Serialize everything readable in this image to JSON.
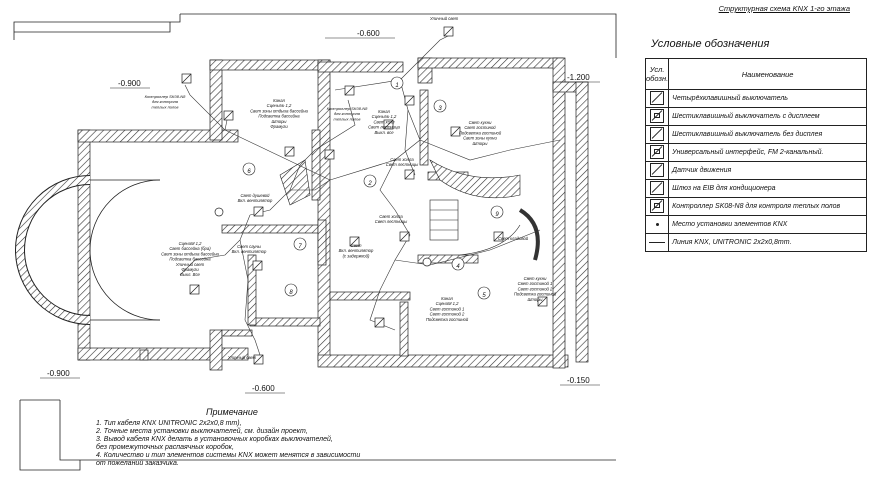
{
  "title": "Структурная схема KNX 1-го этажа",
  "levels": {
    "top_center": "-0.600",
    "top_left": "-0.900",
    "top_right": "-1.200",
    "bottom_left": "-0.900",
    "bottom_center": "-0.600",
    "bottom_right": "-0.150"
  },
  "rooms": [
    "1",
    "2",
    "3",
    "4",
    "5",
    "6",
    "7",
    "8",
    "9"
  ],
  "labels": {
    "street_top": "Уличный свет",
    "street_bottom": "Уличный свет",
    "ctrl_left": [
      "Контроллер SK08-N8",
      "для контроля",
      "теплых полов"
    ],
    "ctrl_center": [
      "Контроллер SK08-N8",
      "для контроля",
      "теплых полов"
    ],
    "room6": [
      "Канал",
      "Сцены№ 1,2",
      "Свет зоны отдыха бассейна",
      "Подсветка бассейна",
      "Шторы",
      "Фрамуги"
    ],
    "room6_r": [
      "Свет душевой",
      "Вкл. вентилятор"
    ],
    "room8": [
      "Свет сауны",
      "Вкл. вентилятор"
    ],
    "room_semi": [
      "СценаМ 1,2",
      "Свет бассейна (бра)",
      "Свет зоны отдыха бассейна",
      "Подсветка бассейна",
      "Уличный свет",
      "Фрамуги",
      "Выкл. Все"
    ],
    "room2_a": [
      "Канал",
      "Сцены№ 1,2",
      "Свет холл",
      "Свет лестница",
      "Выкл. все"
    ],
    "room2_b": [
      "Свет холла",
      "Свет лестницы"
    ],
    "room3": [
      "Свет кухни",
      "Свет гостиной",
      "Подсветка гостиной",
      "Свет зоны кухни",
      "Шторы"
    ],
    "hall_mid": [
      "Свет холла",
      "Свет лестницы"
    ],
    "room_cloak": [
      "Свет",
      "Вкл. вентилятор",
      "(с задержкой)"
    ],
    "room4": [
      "Канал",
      "СценаМ 1,2",
      "Свет гостиной 1",
      "Свет гостиной 2",
      "Подсветка гостиной"
    ],
    "room5": [
      "Свет кухни",
      "Свет гостиной 1",
      "Свет гостиной 2",
      "Подсветка гостиной",
      "Шторы"
    ],
    "room9": "Свет кладовой"
  },
  "legend": {
    "title": "Условные обозначения",
    "head_symbol": "Усл. обозн.",
    "head_name": "Наименование",
    "rows": [
      {
        "icon": "four-button-switch-icon",
        "name": "Четырёхклавишный выключатель"
      },
      {
        "icon": "six-button-display-switch-icon",
        "name": "Шестиклавишный выключатель с дисплеем"
      },
      {
        "icon": "six-button-switch-icon",
        "name": "Шестиклавишный выключатель без дисплея"
      },
      {
        "icon": "universal-interface-icon",
        "name": "Универсальный интерфейс, FM 2-канальный."
      },
      {
        "icon": "motion-sensor-icon",
        "name": "Датчик движения"
      },
      {
        "icon": "eib-gateway-icon",
        "name": "Шлюз на EIB для кондиционера"
      },
      {
        "icon": "floor-controller-icon",
        "name": "Контроллер SK08-N8 для контроля теплых полов"
      },
      {
        "icon": "knx-point-icon",
        "name": "Место установки элементов KNX"
      },
      {
        "icon": "knx-line-icon",
        "name": "Линия KNX, UNITRONIC 2x2x0,8mm."
      }
    ]
  },
  "notes": {
    "title": "Примечание",
    "items": [
      "1. Тип кабеля KNX UNITRONIC 2x2x0,8 mm),",
      "2. Точные места установки выключателей, см. дизайн проект,",
      "3. Вывод кабеля KNX делать в установочных коробках выключателей,",
      "   без промежуточных распаячных коробок,",
      "4. Количество и тип элементов системы KNX может менятся в зависимости",
      "   от пожеланий заказчика."
    ]
  }
}
